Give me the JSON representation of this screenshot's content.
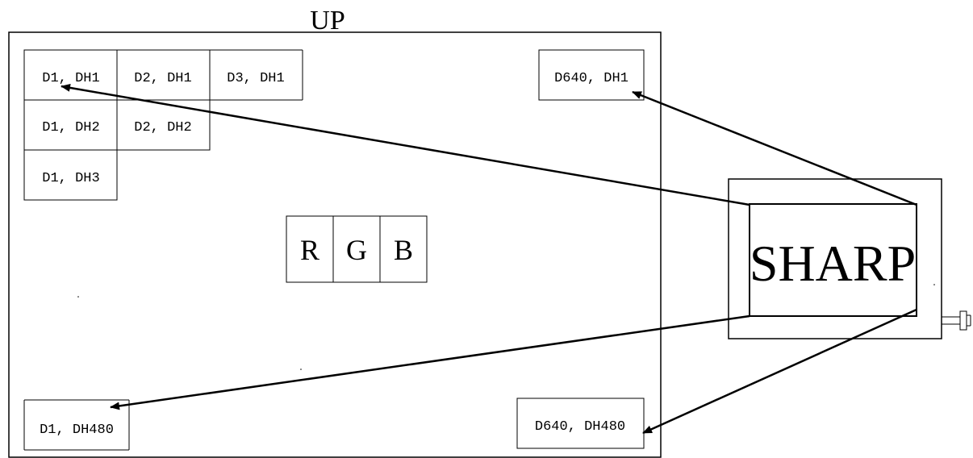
{
  "screen": {
    "up_label": "UP",
    "cells": {
      "d1_dh1": "D1, DH1",
      "d2_dh1": "D2, DH1",
      "d3_dh1": "D3, DH1",
      "d640_dh1": "D640, DH1",
      "d1_dh2": "D1, DH2",
      "d2_dh2": "D2, DH2",
      "d1_dh3": "D1, DH3",
      "d1_dh480": "D1, DH480",
      "d640_dh480": "D640, DH480"
    },
    "subpixels": [
      "R",
      "G",
      "B"
    ]
  },
  "module": {
    "brand": "SHARP"
  }
}
